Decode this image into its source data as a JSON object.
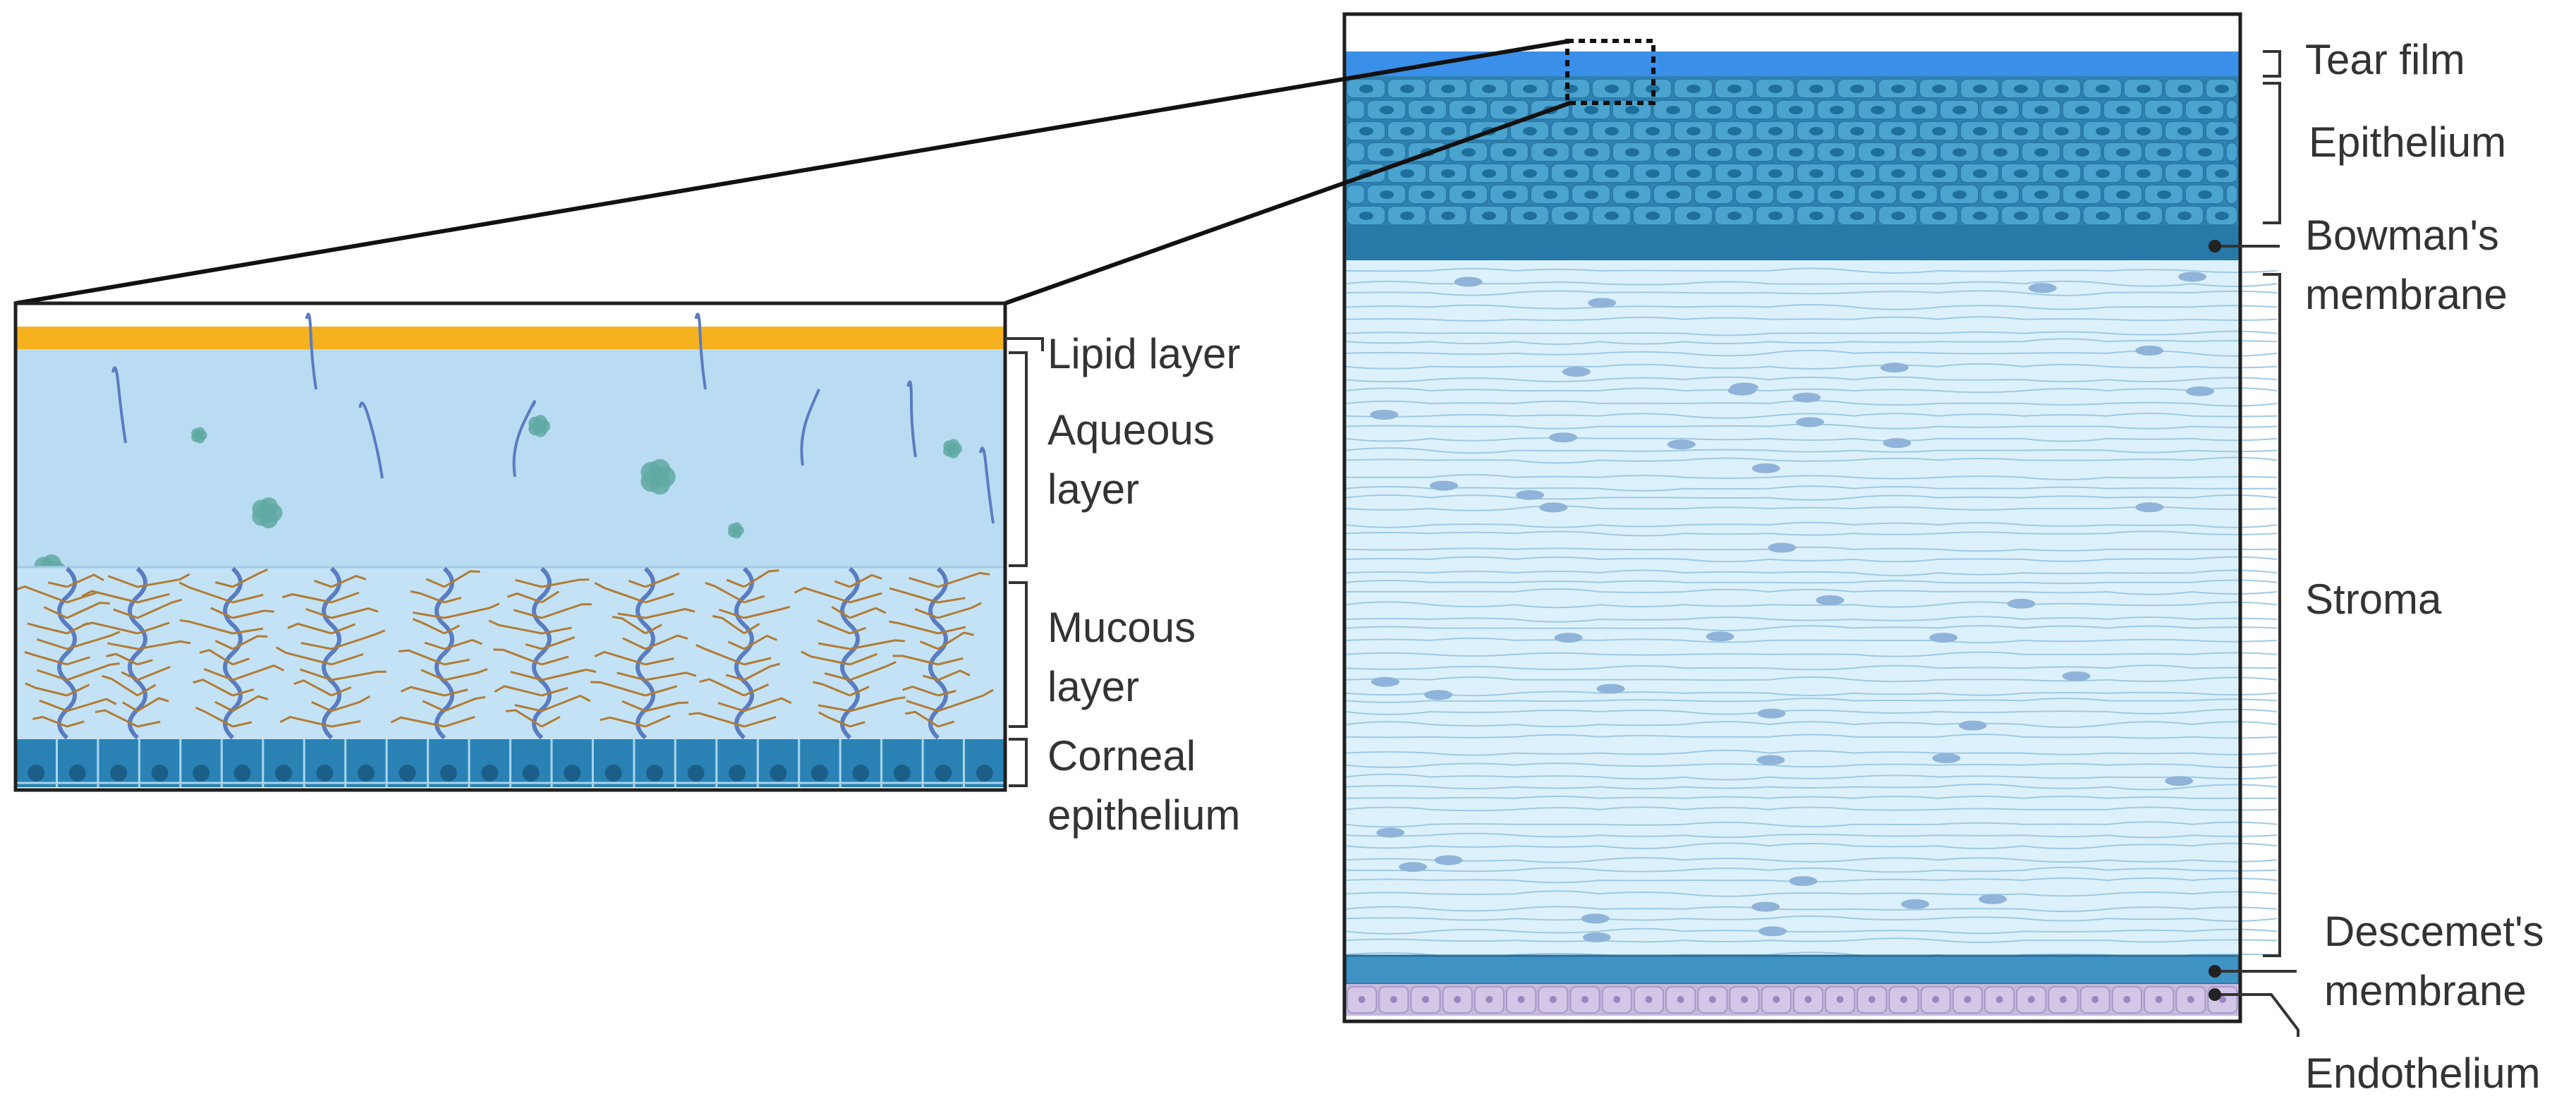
{
  "colors": {
    "outline": "#1f1f1f",
    "tear_film": "#3a8fe8",
    "epithelium_bg": "#2e82b4",
    "epithelium_cell": "#4ba3cf",
    "epithelium_cell_stroke": "#2a7aa8",
    "nucleus": "#1e6f9c",
    "bowman": "#2779a8",
    "stroma_bg": "#dcf1fb",
    "stroma_fiber": "#9fc9e4",
    "keratocyte": "#8fb3d9",
    "descemet": "#3f93c4",
    "endothelium_bg": "#c7b8dc",
    "endothelium_cell": "#d3c6e6",
    "endothelium_stroke": "#a998c8",
    "endothelium_nucleus": "#9a86bd",
    "lipid": "#f5b21e",
    "aqueous": "#badcf2",
    "mucin_chain": "#5a7cc2",
    "mucin_branch": "#b07c35",
    "particle": "#5fa9a3",
    "corneal_epi": "#2a82b4",
    "corneal_epi_line": "#a9d4ec",
    "corneal_nucleus": "#1b5f88",
    "label": "#333333"
  },
  "left_panel": {
    "labels": {
      "lipid": "Lipid layer",
      "aqueous_1": "Aqueous",
      "aqueous_2": "layer",
      "mucous_1": "Mucous",
      "mucous_2": "layer",
      "corneal_1": "Corneal",
      "corneal_2": "epithelium"
    }
  },
  "right_panel": {
    "labels": {
      "tear_film": "Tear film",
      "epithelium": "Epithelium",
      "bowman_1": "Bowman's",
      "bowman_2": "membrane",
      "stroma": "Stroma",
      "descemet_1": "Descemet's",
      "descemet_2": "membrane",
      "endothelium": "Endothelium"
    }
  }
}
